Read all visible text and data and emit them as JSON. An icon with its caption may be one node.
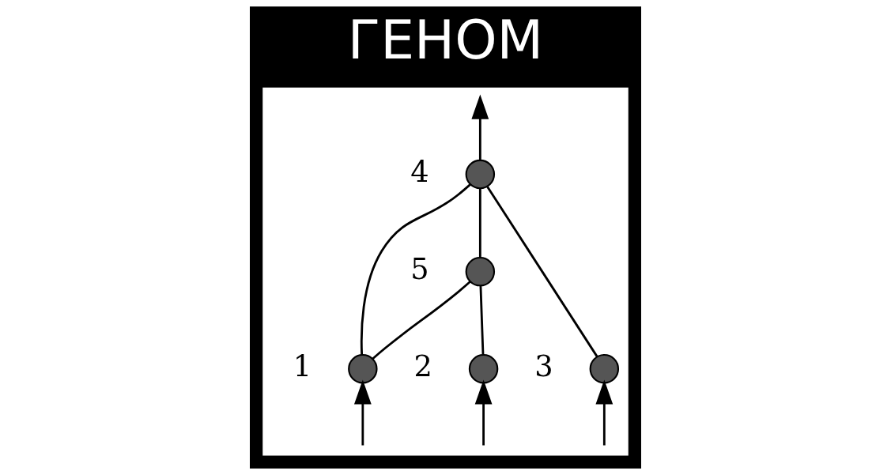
{
  "diagram": {
    "title": "ГЕНОМ",
    "nodes": [
      {
        "text": [],
        "shape": "box"
      },
      {
        "text": [],
        "shape": "circle",
        "beside": [
          "4"
        ],
        "in": 0
      },
      {
        "text": [],
        "shape": "circle",
        "beside": [
          "5"
        ],
        "in": 0
      },
      {
        "text": [],
        "shape": "circle",
        "beside": [
          "1"
        ],
        "in": 0
      },
      {
        "text": [],
        "shape": "circle",
        "beside": [
          "2"
        ],
        "in": 0
      },
      {
        "text": [],
        "shape": "circle",
        "beside": [
          "3"
        ],
        "in": 0
      }
    ],
    "edges": [
      {
        "from": 3,
        "to": 1,
        "arrow": "none"
      },
      {
        "from": 3,
        "to": 2,
        "arrow": "none"
      },
      {
        "from": 2,
        "to": 1,
        "arrow": "none"
      },
      {
        "from": 4,
        "to": 2,
        "arrow": "none"
      },
      {
        "from": 5,
        "to": 1,
        "arrow": "none"
      },
      {
        "from": null,
        "to": 3,
        "arrow": "to"
      },
      {
        "from": null,
        "to": 4,
        "arrow": "to"
      },
      {
        "from": null,
        "to": 5,
        "arrow": "to"
      },
      {
        "from": 1,
        "to": null,
        "arrow": "to"
      }
    ]
  }
}
